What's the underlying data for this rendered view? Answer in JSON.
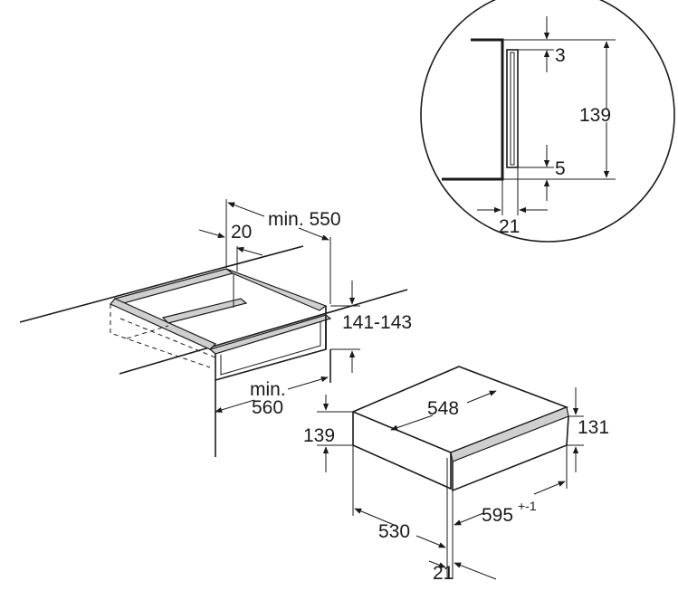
{
  "detail": {
    "gap_top": "3",
    "height": "139",
    "gap_bottom": "5",
    "offset": "21"
  },
  "cutout": {
    "depth_label": "min. 550",
    "setback": "20",
    "height_range": "141-143",
    "width_label_line1": "min.",
    "width_label_line2": "560"
  },
  "appliance": {
    "width": "548",
    "front_height": "131",
    "total_height": "139",
    "depth": "530",
    "overall_width": "595",
    "tolerance": "+-1",
    "panel_offset": "21"
  }
}
